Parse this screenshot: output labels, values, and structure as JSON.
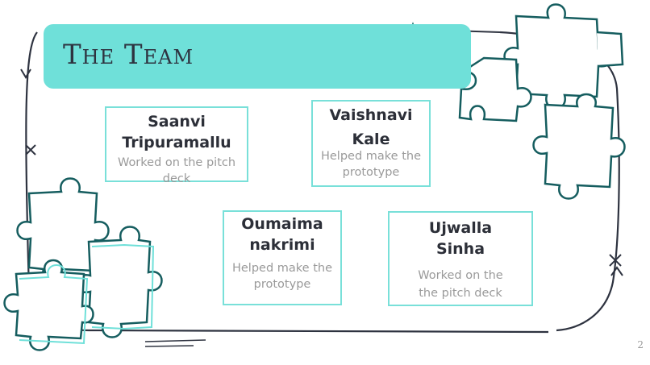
{
  "slide": {
    "title": "The Team",
    "page_number": "2"
  },
  "team": [
    {
      "name_line1": "Saanvi",
      "name_line2": "Tripuramallu",
      "role_line1": "Worked on the pitch",
      "role_line2": "deck"
    },
    {
      "name_line1": "Vaishnavi",
      "name_line2": "Kale",
      "role_line1": "Helped make the",
      "role_line2": "prototype"
    },
    {
      "name_line1": "Oumaima",
      "name_line2": "nakrimi",
      "role_line1": "Helped make the",
      "role_line2": "prototype"
    },
    {
      "name_line1": "Ujwalla",
      "name_line2": "Sinha",
      "role_line1": "Worked on the",
      "role_line2": "the pitch deck"
    }
  ],
  "colors": {
    "accent": "#6fe0d9",
    "card_border": "#79e0d9",
    "ink": "#2e3340",
    "muted_text": "#9a9a9a",
    "puzzle_fill": "#1f8f8f"
  },
  "decorations": [
    "puzzle-piece-icon",
    "zigzag-icon",
    "cross-mark-icon",
    "arrow-icon"
  ]
}
